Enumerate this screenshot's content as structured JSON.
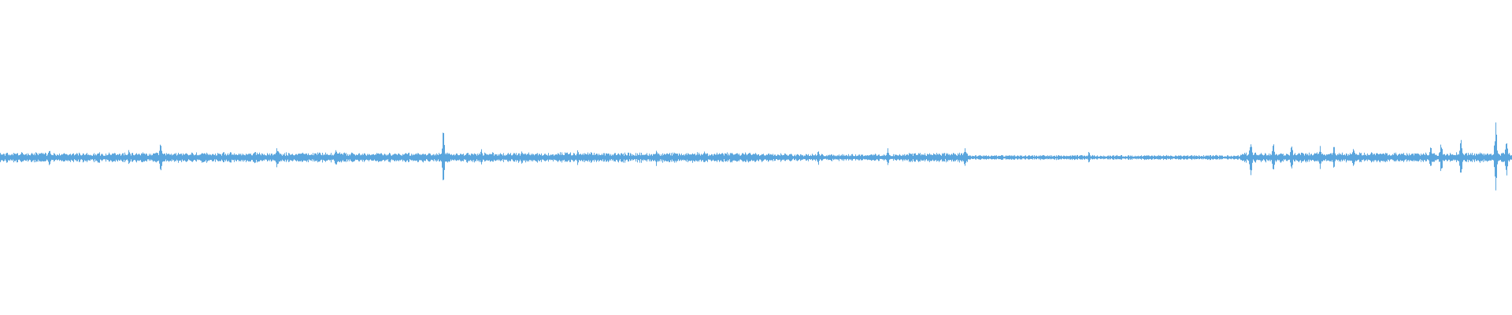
{
  "waveform": {
    "color": "#5aa5dd",
    "background": "#ffffff",
    "bins": 1920,
    "baseline_amplitude": 0.025,
    "quiet_regions": [
      {
        "start": 0.64,
        "end": 0.82,
        "amplitude": 0.012
      },
      {
        "start": 0.52,
        "end": 0.6,
        "amplitude": 0.018
      }
    ],
    "peaks": [
      {
        "pos": 0.0325,
        "amp": 0.06
      },
      {
        "pos": 0.0645,
        "amp": 0.05
      },
      {
        "pos": 0.085,
        "amp": 0.05
      },
      {
        "pos": 0.106,
        "amp": 0.11
      },
      {
        "pos": 0.152,
        "amp": 0.05
      },
      {
        "pos": 0.168,
        "amp": 0.06
      },
      {
        "pos": 0.183,
        "amp": 0.09
      },
      {
        "pos": 0.222,
        "amp": 0.08
      },
      {
        "pos": 0.293,
        "amp": 0.19
      },
      {
        "pos": 0.318,
        "amp": 0.06
      },
      {
        "pos": 0.345,
        "amp": 0.06
      },
      {
        "pos": 0.382,
        "amp": 0.05
      },
      {
        "pos": 0.434,
        "amp": 0.06
      },
      {
        "pos": 0.466,
        "amp": 0.05
      },
      {
        "pos": 0.523,
        "amp": 0.04
      },
      {
        "pos": 0.541,
        "amp": 0.05
      },
      {
        "pos": 0.587,
        "amp": 0.07
      },
      {
        "pos": 0.638,
        "amp": 0.08
      },
      {
        "pos": 0.72,
        "amp": 0.04
      },
      {
        "pos": 0.827,
        "amp": 0.16
      },
      {
        "pos": 0.842,
        "amp": 0.1
      },
      {
        "pos": 0.854,
        "amp": 0.09
      },
      {
        "pos": 0.873,
        "amp": 0.08
      },
      {
        "pos": 0.882,
        "amp": 0.09
      },
      {
        "pos": 0.895,
        "amp": 0.07
      },
      {
        "pos": 0.946,
        "amp": 0.09
      },
      {
        "pos": 0.953,
        "amp": 0.11
      },
      {
        "pos": 0.966,
        "amp": 0.14
      },
      {
        "pos": 0.989,
        "amp": 0.22
      },
      {
        "pos": 0.996,
        "amp": 0.15
      }
    ]
  }
}
